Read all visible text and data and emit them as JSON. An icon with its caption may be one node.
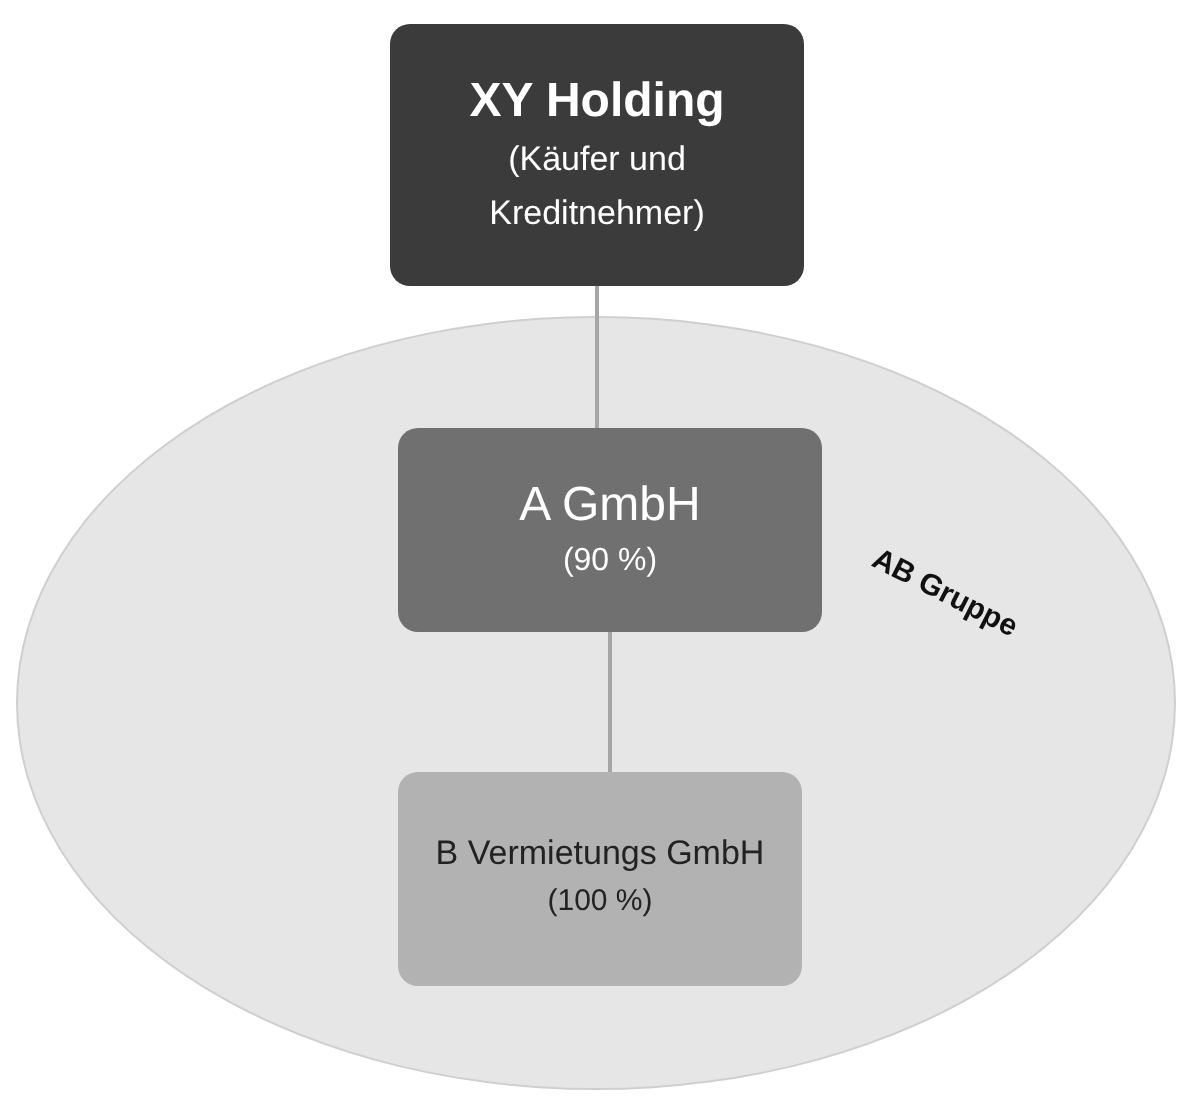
{
  "diagram": {
    "nodes": [
      {
        "text": [
          "XY Holding",
          "(Käufer und Kreditnehmer)"
        ]
      },
      {
        "text": [
          "AB Gruppe"
        ]
      },
      {
        "text": [
          "A GmbH",
          "(90 %)"
        ],
        "in": 1
      },
      {
        "text": [
          "B Vermietungs GmbH",
          "(100 %)"
        ],
        "in": 1
      }
    ],
    "edges": [
      {
        "from": 0,
        "to": 2,
        "arrow": "none"
      },
      {
        "from": 2,
        "to": 3,
        "arrow": "none"
      }
    ]
  }
}
